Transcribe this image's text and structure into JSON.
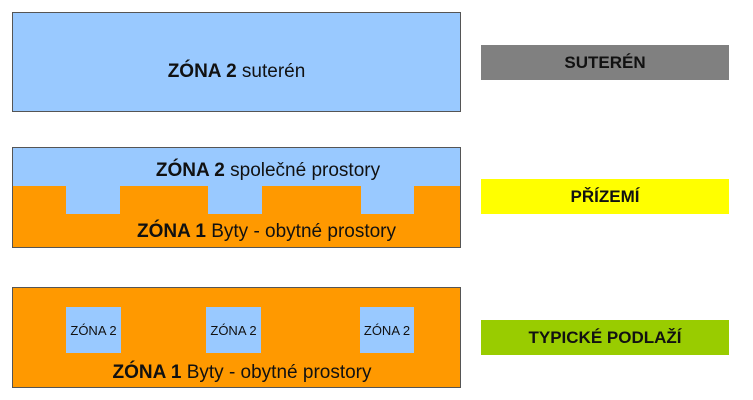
{
  "colors": {
    "zone2_blue": "#99c9ff",
    "zone1_orange": "#ff9900",
    "suteren_tag": "#808080",
    "prizemi_tag": "#ffff00",
    "typicke_tag": "#99cc00",
    "border": "#555555"
  },
  "suteren": {
    "zone_bold": "ZÓNA 2",
    "zone_rest": " suterén",
    "tag": "SUTERÉN"
  },
  "prizemi": {
    "zone2_bold": "ZÓNA 2",
    "zone2_rest": " společné prostory",
    "zone1_bold": "ZÓNA 1",
    "zone1_rest": " Byty - obytné prostory",
    "tag": "PŘÍZEMÍ"
  },
  "typicke": {
    "small_zones": [
      "ZÓNA 2",
      "ZÓNA 2",
      "ZÓNA 2"
    ],
    "zone1_bold": "ZÓNA 1",
    "zone1_rest": " Byty - obytné prostory",
    "tag": "TYPICKÉ PODLAŽÍ"
  }
}
